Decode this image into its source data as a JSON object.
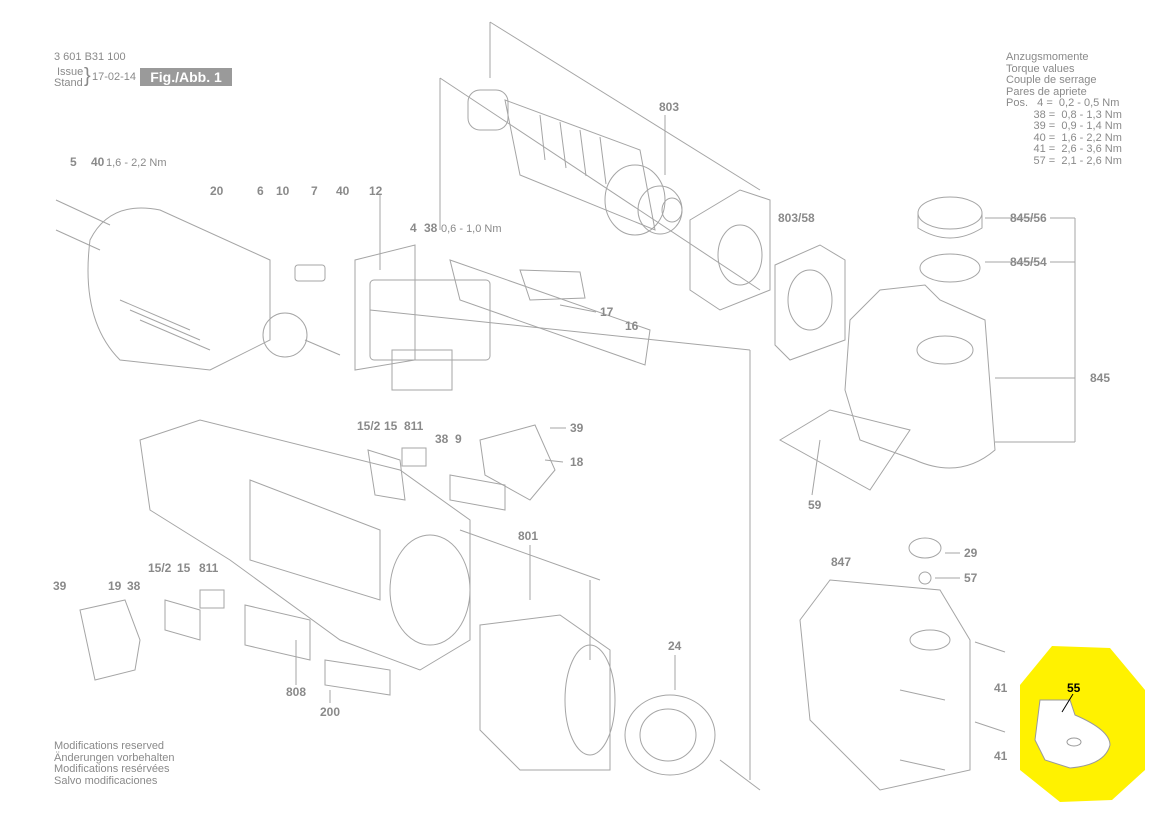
{
  "header": {
    "part_number": "3 601 B31 100",
    "issue_label": "Issue",
    "stand_label": "Stand",
    "date": "17-02-14",
    "figure": "Fig./Abb. 1"
  },
  "torque_table": {
    "titles": [
      "Anzugsmomente",
      "Torque values",
      "Couple de serrage",
      "Pares de apriete"
    ],
    "rows": [
      "Pos.   4 =  0,2 - 0,5 Nm",
      "         38 =  0,8 - 1,3 Nm",
      "         39 =  0,9 - 1,4 Nm",
      "         40 =  1,6 - 2,2 Nm",
      "         41 =  2,6 - 3,6 Nm",
      "         57 =  2,1 - 2,6 Nm"
    ]
  },
  "footer": {
    "lines": [
      "Modifications reserved",
      "Änderungen vorbehalten",
      "Modifications resérvées",
      "Salvo modificaciones"
    ]
  },
  "labels": {
    "p5": "5",
    "p40a": "40",
    "p40a_nm": "1,6 - 2,2 Nm",
    "p20": "20",
    "p6": "6",
    "p10": "10",
    "p7": "7",
    "p40b": "40",
    "p12": "12",
    "p4": "4",
    "p38a": "38",
    "p38a_nm": "0,6 - 1,0 Nm",
    "p17": "17",
    "p16": "16",
    "p803": "803",
    "p803_58": "803/58",
    "p845_56": "845/56",
    "p845_54": "845/54",
    "p845": "845",
    "p59": "59",
    "p15_2a": "15/2",
    "p15a": "15",
    "p811a": "811",
    "p38b": "38",
    "p9": "9",
    "p39a": "39",
    "p18": "18",
    "p801": "801",
    "p39b": "39",
    "p19": "19",
    "p38c": "38",
    "p15_2b": "15/2",
    "p15b": "15",
    "p811b": "811",
    "p808": "808",
    "p200": "200",
    "p24": "24",
    "p847": "847",
    "p29": "29",
    "p57": "57",
    "p41a": "41",
    "p41b": "41",
    "p55": "55"
  },
  "colors": {
    "line": "#9a9a9a",
    "highlight": "#fff200",
    "highlight_text": "#000000"
  }
}
